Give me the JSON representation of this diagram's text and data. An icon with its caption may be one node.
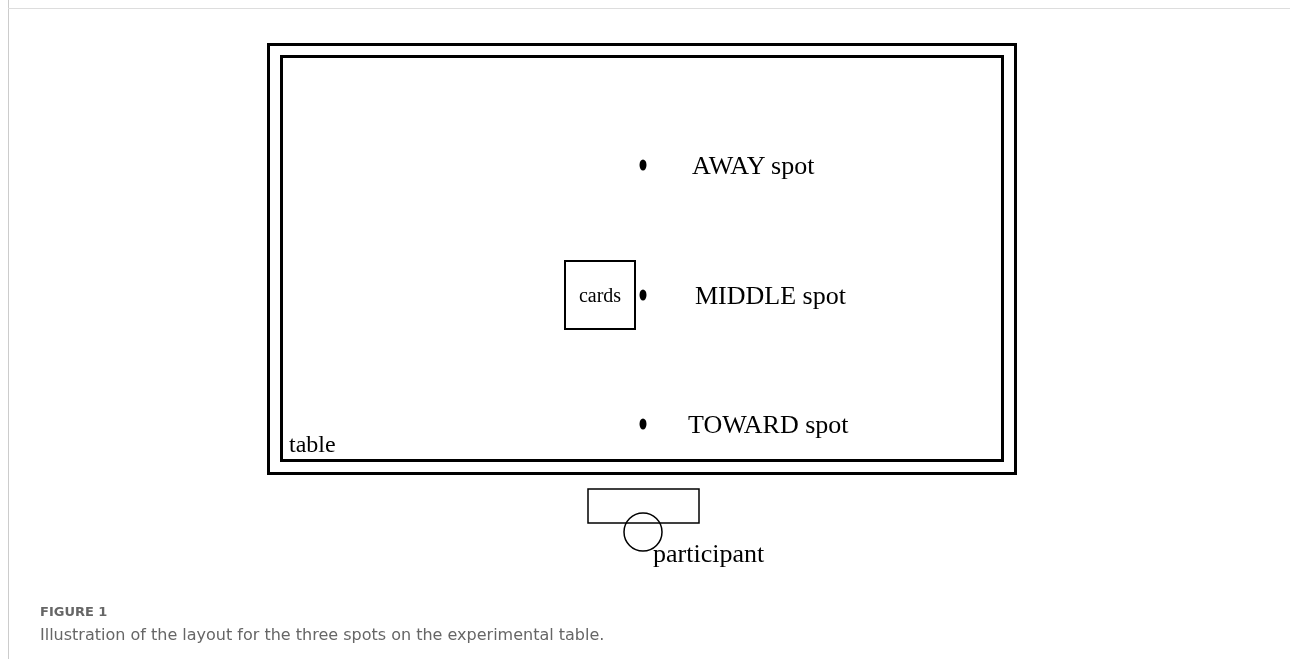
{
  "diagram": {
    "title": "FIGURE 1",
    "caption": "Illustration of the layout for the three spots on the experimental table.",
    "nodes": [
      {
        "text": [
          "table"
        ]
      },
      {
        "text": [
          "cards"
        ],
        "in": 0
      }
    ],
    "edges": [],
    "labels": [
      "AWAY spot",
      "MIDDLE spot",
      "TOWARD spot",
      "participant"
    ]
  }
}
